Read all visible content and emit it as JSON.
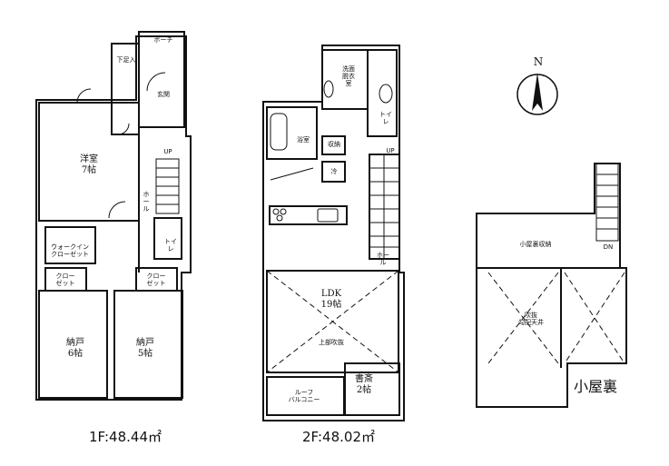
{
  "floor1": {
    "area": "1F:48.44㎡",
    "labels": {
      "western_room": "洋室",
      "western_room_size": "7帖",
      "storage1": "納戸",
      "storage1_size": "6帖",
      "storage2": "納戸",
      "storage2_size": "5帖",
      "closet_a": "クロー",
      "closet_a2": "ゼット",
      "closet_b": "クロー",
      "closet_b2": "ゼット",
      "wic": "ウォークイン",
      "wic2": "クローゼット",
      "hall": "ホール",
      "toilet": "トイレ",
      "porch": "ポーチ",
      "entrance": "玄関",
      "up": "UP",
      "shoebox": "下足入"
    }
  },
  "floor2": {
    "area": "2F:48.02㎡",
    "labels": {
      "ldk": "LDK",
      "ldk_size": "19帖",
      "void": "上部吹抜",
      "study": "書斎",
      "study_size": "2帖",
      "balcony": "ルーフ",
      "balcony2": "バルコニー",
      "bath": "浴室",
      "washroom": "洗面脱衣室",
      "storage": "収納",
      "toilet": "トイレ",
      "hall": "ホール",
      "up": "UP",
      "fridge": "冷"
    }
  },
  "attic": {
    "title": "小屋裏",
    "storage": "小屋裏収納",
    "void": "吹抜",
    "void2": "勾配天井",
    "dn": "DN"
  },
  "compass": {
    "letter": "N"
  }
}
